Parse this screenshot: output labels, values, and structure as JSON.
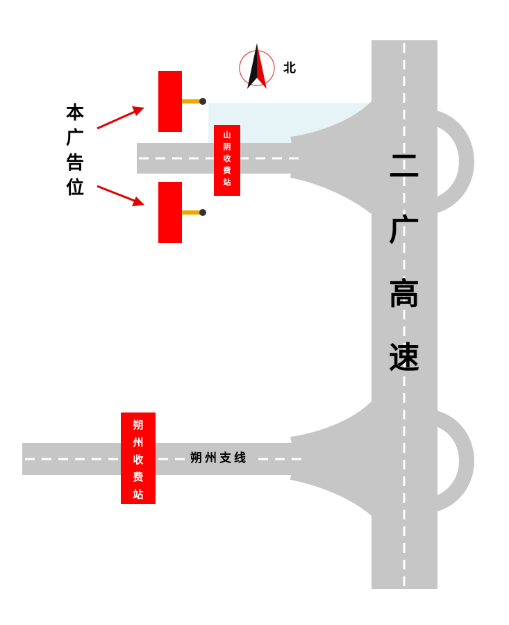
{
  "compass": {
    "north_label": "北",
    "icon": "north-arrow-icon"
  },
  "ad_label": {
    "chars": [
      "本",
      "广",
      "告",
      "位"
    ]
  },
  "highway": {
    "chars": [
      "二",
      "广",
      "高",
      "速"
    ]
  },
  "toll_stations": {
    "shanyin": {
      "chars": [
        "山",
        "阴",
        "收",
        "费",
        "站"
      ]
    },
    "shuozhou": {
      "chars": [
        "朔",
        "州",
        "收",
        "费",
        "站"
      ]
    }
  },
  "branch_road": {
    "label": "朔州支线"
  },
  "billboards": {
    "count": 2,
    "icon": "billboard-icon"
  },
  "colors": {
    "road": "#c6c6c6",
    "lane_marking": "#ffffff",
    "billboard": "#ff0000",
    "billboard_post": "#f0a800",
    "toll_station": "#ff0000",
    "arrow": "#e00000",
    "water": "#e6f4f7"
  }
}
